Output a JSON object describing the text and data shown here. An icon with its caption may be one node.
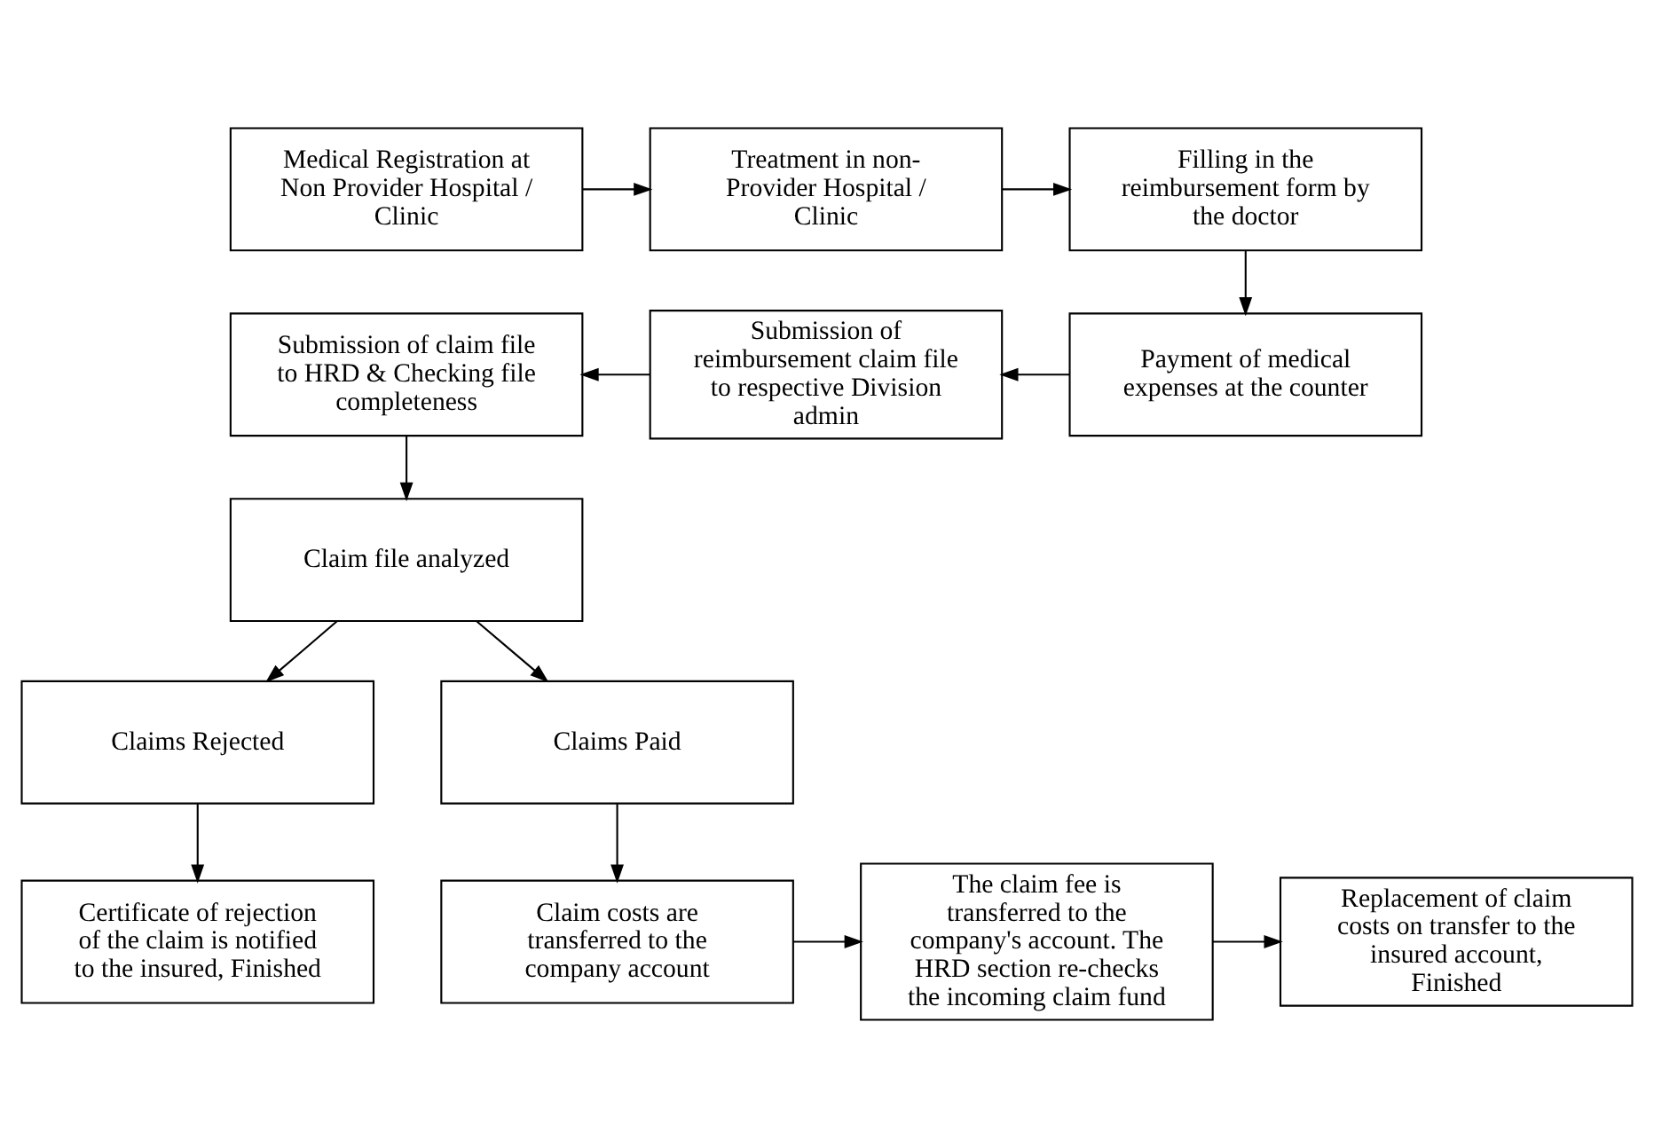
{
  "diagram": {
    "nodes": [
      {
        "text": [
          "Medical Registration at Non Provider Hospital / Clinic"
        ]
      },
      {
        "text": [
          "Treatment in non-Provider Hospital / Clinic"
        ]
      },
      {
        "text": [
          "Filling in the reimbursement form by the doctor"
        ]
      },
      {
        "text": [
          "Submission of claim file to HRD & Checking file completeness"
        ]
      },
      {
        "text": [
          "Submission of reimbursement claim file to respective Division admin"
        ]
      },
      {
        "text": [
          "Payment of medical expenses at the counter"
        ]
      },
      {
        "text": [
          "Claim file analyzed"
        ]
      },
      {
        "text": [
          "Claims Rejected"
        ]
      },
      {
        "text": [
          "Claims Paid"
        ]
      },
      {
        "text": [
          "Certificate of rejection of the claim is notified to the insured, Finished"
        ]
      },
      {
        "text": [
          "Claim costs are transferred to the company account"
        ]
      },
      {
        "text": [
          "The claim fee is transferred to the company's account. The HRD section re-checks the incoming claim fund"
        ]
      },
      {
        "text": [
          "Replacement of claim costs on transfer to the insured account, Finished"
        ]
      }
    ],
    "edges": [
      {
        "from": 0,
        "to": 1,
        "arrow": "to"
      },
      {
        "from": 1,
        "to": 2,
        "arrow": "to"
      },
      {
        "from": 2,
        "to": 5,
        "arrow": "to"
      },
      {
        "from": 5,
        "to": 4,
        "arrow": "to"
      },
      {
        "from": 4,
        "to": 3,
        "arrow": "to"
      },
      {
        "from": 3,
        "to": 6,
        "arrow": "to"
      },
      {
        "from": 6,
        "to": 7,
        "arrow": "to"
      },
      {
        "from": 6,
        "to": 8,
        "arrow": "to"
      },
      {
        "from": 7,
        "to": 9,
        "arrow": "to"
      },
      {
        "from": 8,
        "to": 10,
        "arrow": "to"
      },
      {
        "from": 10,
        "to": 11,
        "arrow": "to"
      },
      {
        "from": 11,
        "to": 12,
        "arrow": "to"
      }
    ]
  }
}
